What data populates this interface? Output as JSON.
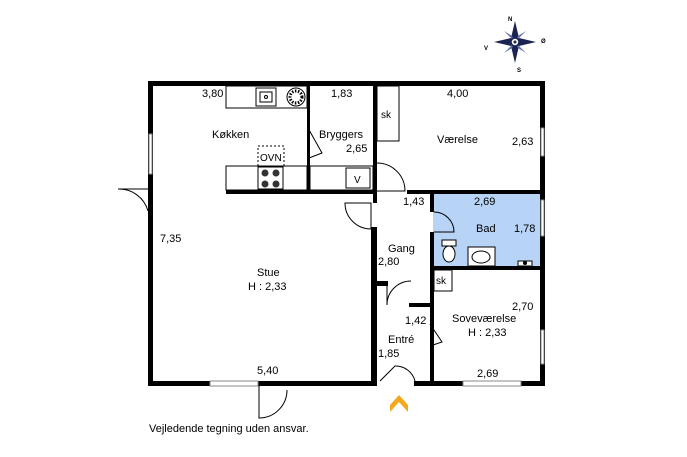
{
  "compass": {
    "n": "N",
    "s": "S",
    "e": "Ø",
    "w": "V"
  },
  "rooms": {
    "kokken": {
      "name": "Køkken",
      "dim_top": "3,80"
    },
    "bryggers": {
      "name": "Bryggers",
      "dim_top": "1,83",
      "dim_right": "2,65",
      "appliance": "V"
    },
    "vaerelse": {
      "name": "Værelse",
      "dim_top": "4,00",
      "dim_right": "2,63",
      "closet": "sk"
    },
    "bad": {
      "name": "Bad",
      "dim_top": "2,69",
      "dim_right": "1,78"
    },
    "gang": {
      "name": "Gang",
      "dim_left": "2,80",
      "dim_top": "1,43"
    },
    "stue": {
      "name": "Stue",
      "height": "H : 2,33",
      "dim_left": "7,35",
      "dim_bottom": "5,40"
    },
    "entre": {
      "name": "Entré",
      "dim_top": "1,42",
      "dim_left": "1,85"
    },
    "sovevaerelse": {
      "name": "Soveværelse",
      "height": "H : 2,33",
      "dim_right": "2,70",
      "dim_bottom": "2,69",
      "closet": "sk"
    }
  },
  "kitchen": {
    "oven_label": "OVN"
  },
  "disclaimer": "Vejledende tegning uden ansvar.",
  "colors": {
    "bath_fill": "#b7d3f5",
    "entrance_arrow": "#f4a81d",
    "wall": "#000000"
  }
}
